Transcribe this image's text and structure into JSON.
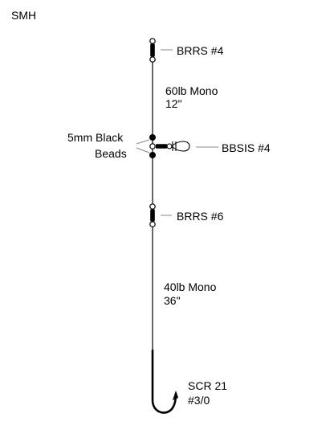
{
  "diagram_title": "SMH",
  "line_upper": {
    "material": "60lb Mono",
    "length": "12\""
  },
  "line_lower": {
    "material": "40lb Mono",
    "length": "36\""
  },
  "swivel_top": {
    "label": "BRRS #4"
  },
  "beads": {
    "line1": "5mm Black",
    "line2": "Beads"
  },
  "snap_swivel": {
    "label": "BBSIS #4"
  },
  "swivel_mid": {
    "label": "BRRS #6"
  },
  "hook": {
    "line1": "SCR 21",
    "line2": "#3/0"
  }
}
